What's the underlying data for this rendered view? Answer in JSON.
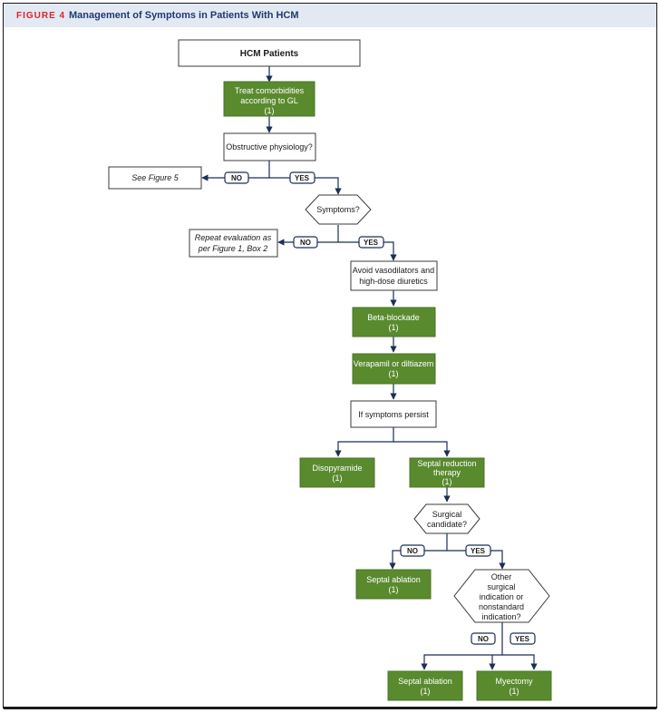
{
  "figure": {
    "label": "FIGURE 4",
    "title": "Management of Symptoms in Patients With HCM"
  },
  "colors": {
    "header_bg": "#e3e9f3",
    "label_red": "#d9262c",
    "title_navy": "#1f3b6b",
    "green_box": "#5a8a2e",
    "arrow_navy": "#1c2f55"
  },
  "nodes": {
    "hcm_patients": "HCM Patients",
    "treat_comorbidities": [
      "Treat comorbidities",
      "according to GL",
      "(1)"
    ],
    "obstructive_physiology": "Obstructive physiology?",
    "see_figure_5": "See Figure 5",
    "symptoms": "Symptoms?",
    "repeat_evaluation": [
      "Repeat evaluation as",
      "per Figure 1, Box 2"
    ],
    "avoid_vasodilators": [
      "Avoid vasodilators and",
      "high-dose diuretics"
    ],
    "beta_blockade": [
      "Beta-blockade",
      "(1)"
    ],
    "verapamil": [
      "Verapamil or diltiazem",
      "(1)"
    ],
    "if_symptoms_persist": "If symptoms persist",
    "disopyramide": [
      "Disopyramide",
      "(1)"
    ],
    "septal_reduction": [
      "Septal reduction",
      "therapy",
      "(1)"
    ],
    "surgical_candidate": [
      "Surgical",
      "candidate?"
    ],
    "septal_ablation_1": [
      "Septal ablation",
      "(1)"
    ],
    "other_surgical": [
      "Other",
      "surgical",
      "indication or",
      "nonstandard",
      "indication?"
    ],
    "septal_ablation_2": [
      "Septal ablation",
      "(1)"
    ],
    "myectomy": [
      "Myectomy",
      "(1)"
    ]
  },
  "decision_labels": {
    "no": "NO",
    "yes": "YES"
  }
}
